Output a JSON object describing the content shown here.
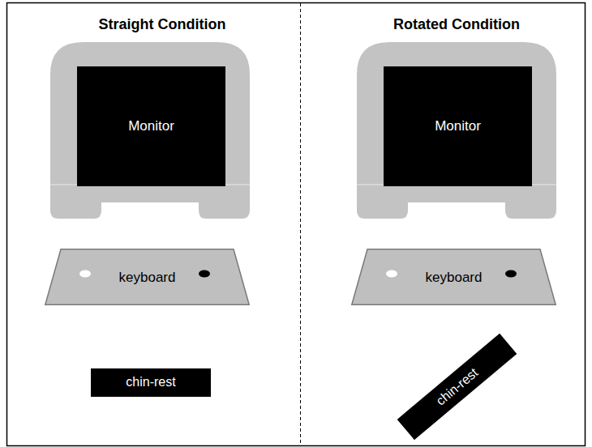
{
  "diagram": {
    "nodes": [
      {
        "text": [
          "Monitor"
        ]
      },
      {
        "text": [
          "keyboard"
        ]
      },
      {
        "text": [
          "chin-rest"
        ]
      },
      {
        "text": [
          "Monitor"
        ]
      },
      {
        "text": [
          "keyboard"
        ]
      },
      {
        "text": [
          "chin-rest"
        ]
      }
    ],
    "labels": [
      "Straight Condition",
      "Rotated Condition"
    ]
  }
}
